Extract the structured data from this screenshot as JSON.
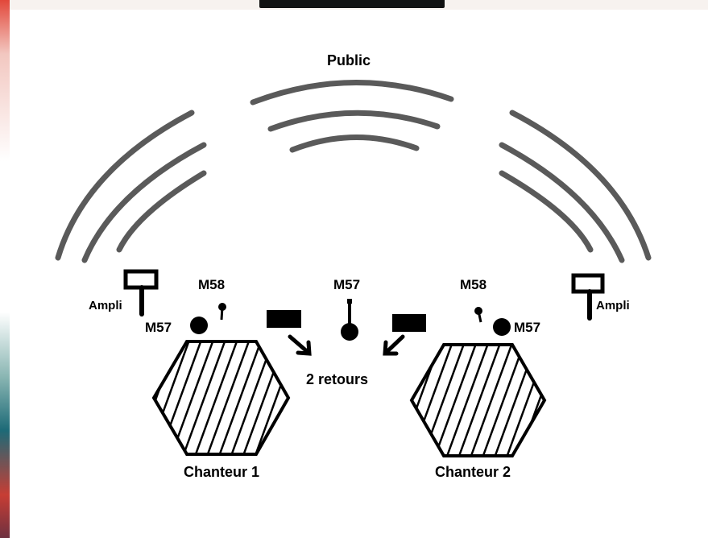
{
  "labels": {
    "public": "Public",
    "ampli": "Ampli",
    "m57": "M57",
    "m58": "M58",
    "retours": "2 retours",
    "chanteur_1": "Chanteur 1",
    "chanteur_2": "Chanteur 2"
  },
  "colors": {
    "arc": "#5a5a5a",
    "ink": "#000000"
  }
}
